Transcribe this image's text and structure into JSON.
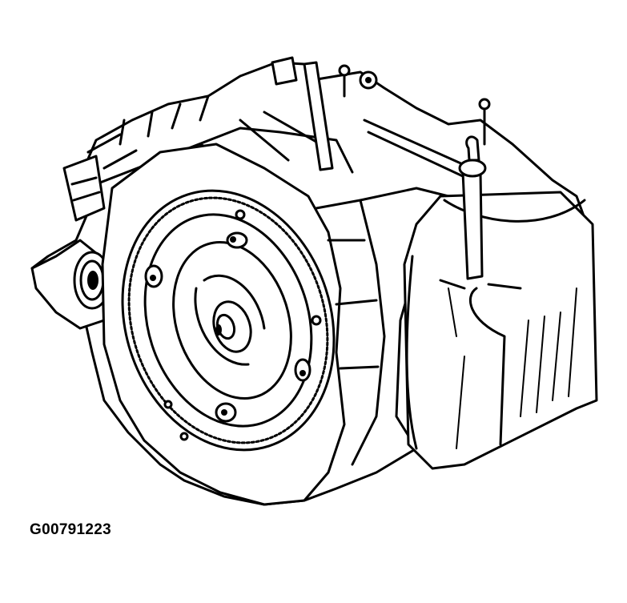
{
  "figure": {
    "subject": "automatic transaxle assembly",
    "components": [
      "torque-converter",
      "transaxle-housing",
      "valve-body-cover",
      "oil-pan",
      "dipstick-tube",
      "shift-lever",
      "axle-seal"
    ],
    "figure_id": "G00791223",
    "colors": {
      "line": "#000000",
      "background": "#ffffff"
    }
  }
}
